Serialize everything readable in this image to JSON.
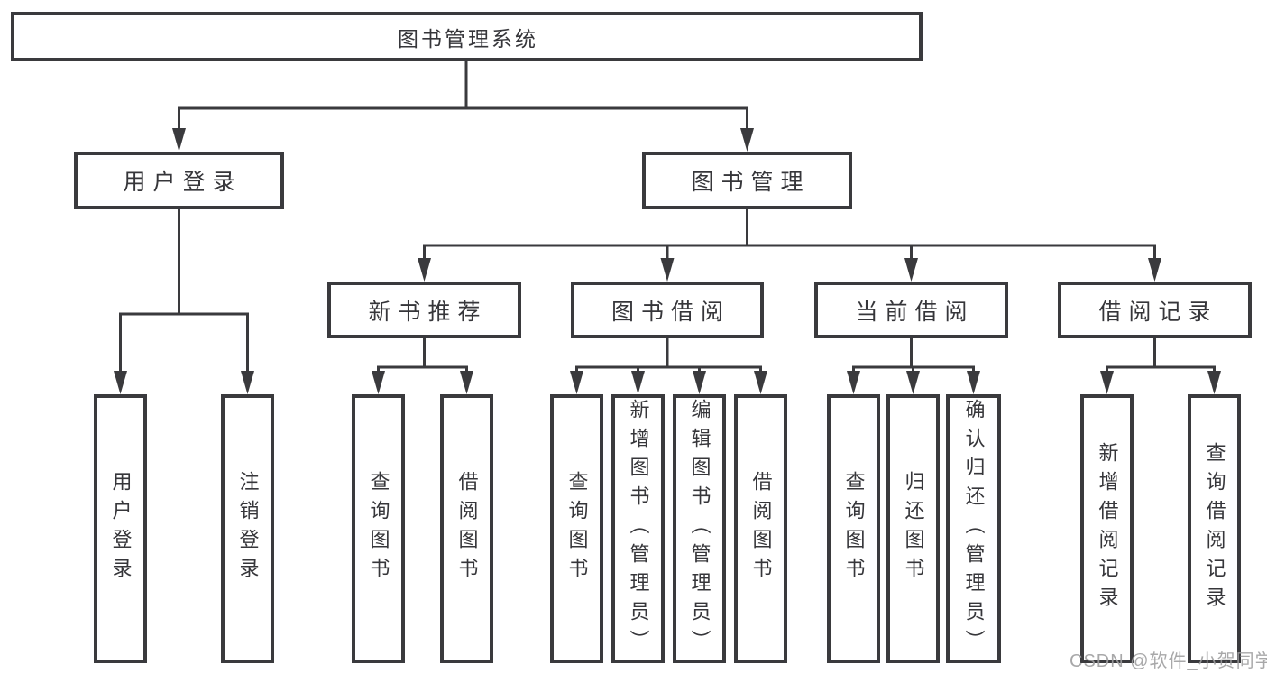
{
  "diagram": {
    "root": {
      "label": "图书管理系统"
    },
    "level2": [
      {
        "id": "user-login",
        "label": "用户登录"
      },
      {
        "id": "book-management",
        "label": "图书管理"
      }
    ],
    "level3": [
      {
        "id": "new-book-recommend",
        "label": "新书推荐",
        "parent": "图书管理"
      },
      {
        "id": "book-borrowing",
        "label": "图书借阅",
        "parent": "图书管理"
      },
      {
        "id": "current-borrowing",
        "label": "当前借阅",
        "parent": "图书管理"
      },
      {
        "id": "borrowing-records",
        "label": "借阅记录",
        "parent": "图书管理"
      }
    ],
    "leaves": [
      {
        "label": "用户登录",
        "parent": "用户登录"
      },
      {
        "label": "注销登录",
        "parent": "用户登录"
      },
      {
        "label": "查询图书",
        "parent": "新书推荐"
      },
      {
        "label": "借阅图书",
        "parent": "新书推荐"
      },
      {
        "label": "查询图书",
        "parent": "图书借阅"
      },
      {
        "label": "新增图书（管理员）",
        "parent": "图书借阅"
      },
      {
        "label": "编辑图书（管理员）",
        "parent": "图书借阅"
      },
      {
        "label": "借阅图书",
        "parent": "图书借阅"
      },
      {
        "label": "查询图书",
        "parent": "当前借阅"
      },
      {
        "label": "归还图书",
        "parent": "当前借阅"
      },
      {
        "label": "确认归还（管理员）",
        "parent": "当前借阅"
      },
      {
        "label": "新增借阅记录",
        "parent": "借阅记录"
      },
      {
        "label": "查询借阅记录",
        "parent": "借阅记录"
      }
    ],
    "watermark": "CSDN @软件_小贺同学",
    "colors": {
      "line": "#3a3a3d",
      "text": "#36363a",
      "background": "#ffffff",
      "watermark": "#9e9ea0"
    }
  }
}
